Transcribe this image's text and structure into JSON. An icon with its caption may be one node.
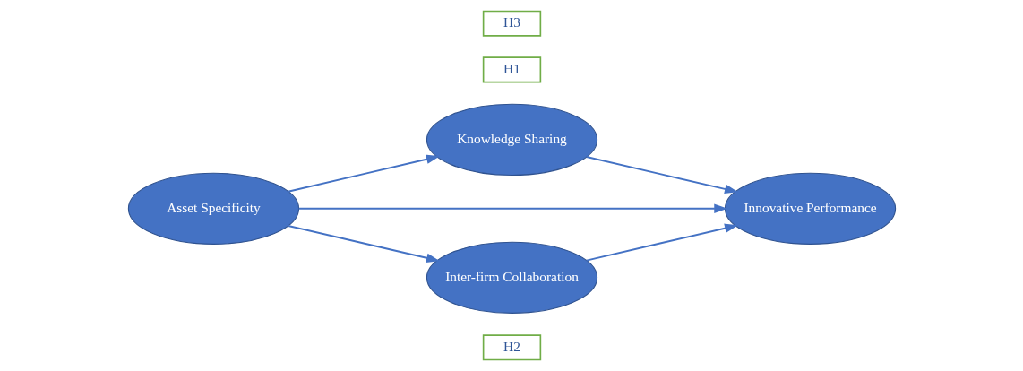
{
  "diagram": {
    "nodes": [
      {
        "text": [
          "H2"
        ]
      },
      {
        "text": [
          "Knowledge Sharing"
        ]
      },
      {
        "text": [
          "H1"
        ]
      },
      {
        "text": [
          "Asset Specificity"
        ]
      },
      {
        "text": [
          "Innovative Performance"
        ]
      },
      {
        "text": [
          "Inter-firm Collaboration"
        ]
      },
      {
        "text": [
          "H3"
        ]
      }
    ],
    "edges": [
      {
        "from": 3,
        "to": 1,
        "arrow": "to"
      },
      {
        "from": 1,
        "to": 4,
        "arrow": "to"
      },
      {
        "from": 3,
        "to": 4,
        "arrow": "to"
      },
      {
        "from": 3,
        "to": 5,
        "arrow": "to"
      },
      {
        "from": 5,
        "to": 4,
        "arrow": "to"
      }
    ]
  }
}
